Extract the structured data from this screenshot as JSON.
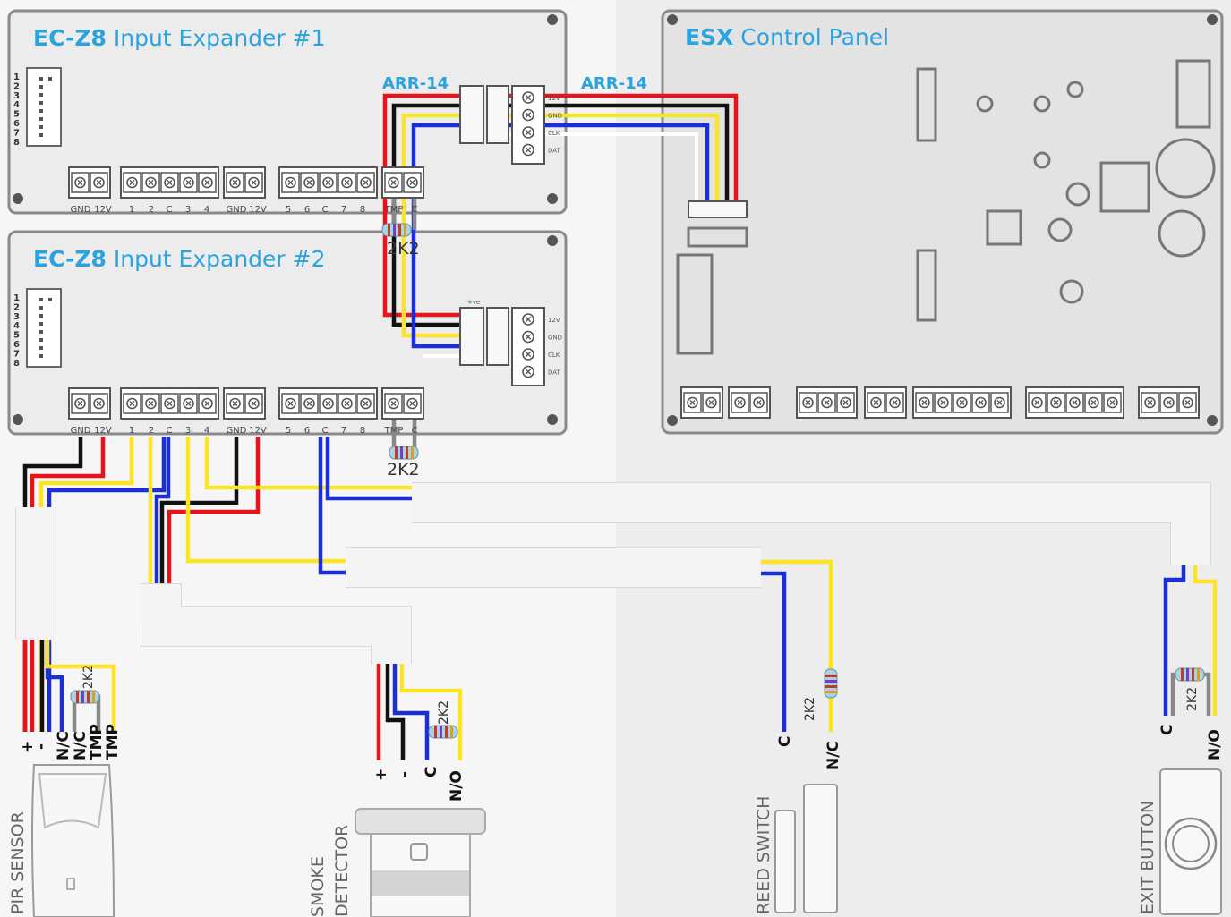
{
  "boards": {
    "expander1": {
      "title_bold": "EC-Z8",
      "title_rest": " Input Expander #1"
    },
    "expander2": {
      "title_bold": "EC-Z8",
      "title_rest": " Input Expander #2"
    },
    "panel": {
      "title_bold": "ESX",
      "title_rest": " Control Panel"
    }
  },
  "cables": {
    "arr_left": "ARR-14",
    "arr_right": "ARR-14"
  },
  "connector_pins": [
    "1",
    "2",
    "3",
    "4",
    "5",
    "6",
    "7",
    "8"
  ],
  "terminal_labels": [
    "GND",
    "12V",
    "1",
    "2",
    "C",
    "3",
    "4",
    "GND",
    "12V",
    "5",
    "6",
    "C",
    "7",
    "8",
    "TMP",
    "C"
  ],
  "bus_labels": [
    "12V",
    "GND",
    "CLK",
    "DAT"
  ],
  "bus_header": "+ve",
  "resistor_value": "2K2",
  "devices": {
    "pir": {
      "name": "PIR SENSOR",
      "terminals": [
        "+",
        "-",
        "N/C",
        "N/C",
        "TMP",
        "TMP"
      ]
    },
    "smoke": {
      "name_line1": "SMOKE",
      "name_line2": "DETECTOR",
      "terminals": [
        "+",
        "-",
        "C",
        "N/O"
      ]
    },
    "reed": {
      "name": "REED SWITCH",
      "terminals": [
        "C",
        "N/C"
      ]
    },
    "exit": {
      "name": "EXIT BUTTON",
      "terminals": [
        "C",
        "N/O"
      ]
    }
  },
  "colors": {
    "red": "#e8141c",
    "black": "#111111",
    "blue": "#1a2fd6",
    "yellow": "#fbe426",
    "accent": "#2aa3df"
  }
}
